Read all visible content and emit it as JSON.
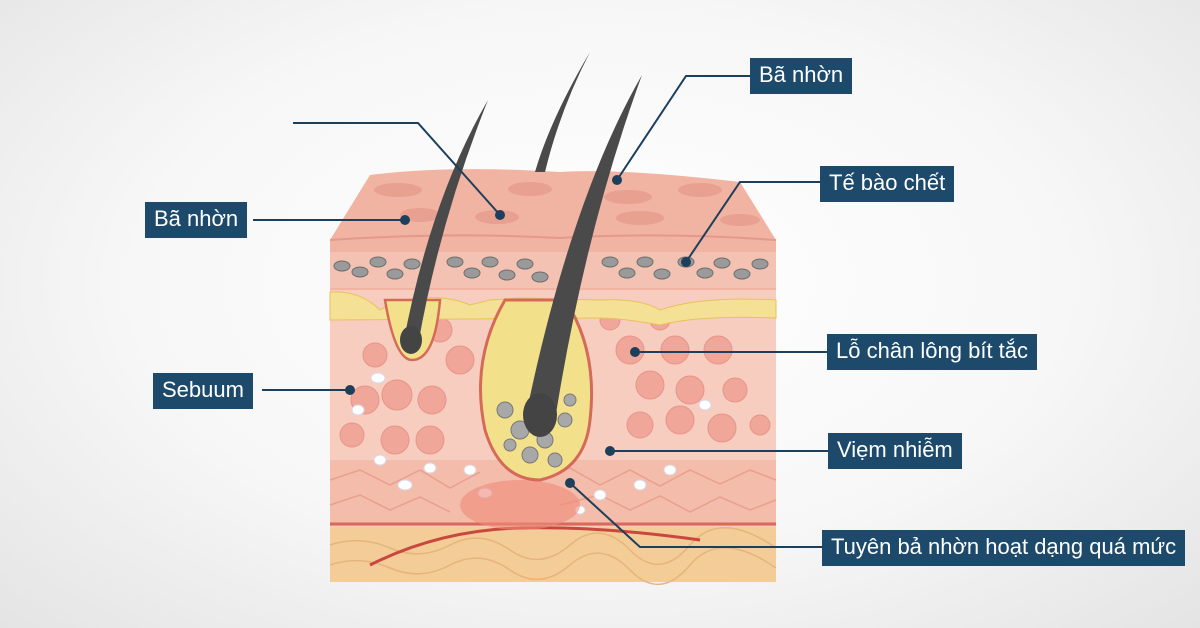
{
  "labels": {
    "sebum_top": "Bã nhờn",
    "dead_cells": "Tế bào chết",
    "sebum_left": "Bã nhờn",
    "clogged_pore": "Lỗ chân lông bít tắc",
    "sebuum": "Sebuum",
    "inflammation": "Viẹm nhiễm",
    "overactive_gland": "Tuyên bả nhờn hoạt dạng quá mức"
  },
  "colors": {
    "label_bg": "#1d4a6b",
    "leader_line": "#1d3f5c",
    "epidermis": "#f1b3a2",
    "dermis": "#f7cdbf",
    "sebum": "#f2e08a",
    "fat": "#f3cc98",
    "hair": "#4a4a4a"
  }
}
